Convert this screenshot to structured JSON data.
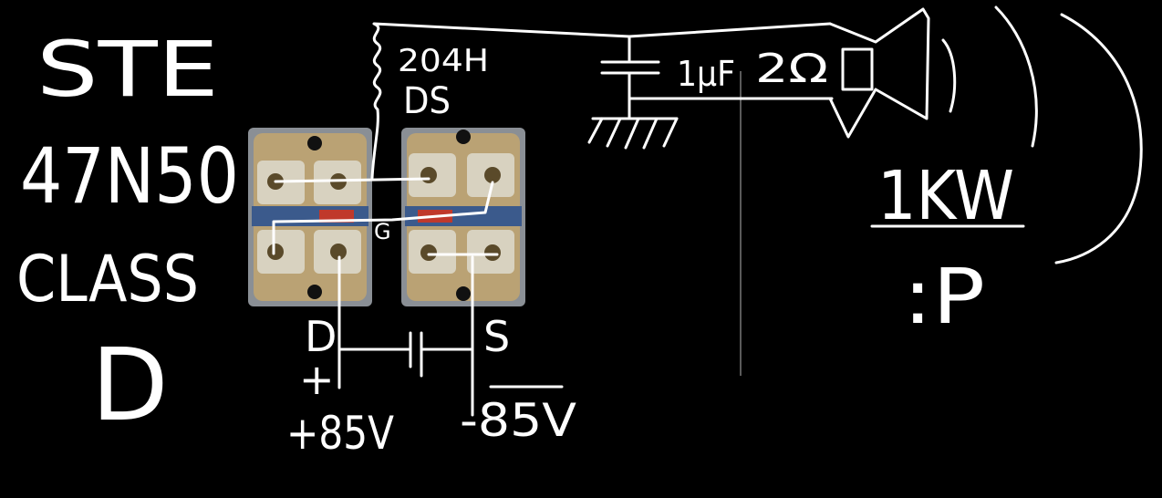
{
  "part_number_line1": "STE",
  "part_number_line2": "47N50",
  "amp_class_line1": "CLASS",
  "amp_class_line2": "D",
  "inductor_label": "204H",
  "inductor_sublabel": "DS",
  "capacitor_label": "1μF",
  "resistor_label": "2Ω",
  "power_label": "1KW",
  "emoticon": ":P",
  "gate_label": "G",
  "drain_label": "D",
  "source_label": "S",
  "plus_sign": "+",
  "positive_rail": "+85V",
  "negative_rail": "-85V",
  "colors": {
    "background": "#000000",
    "ink": "#ffffff",
    "module_body": "#8a8f95",
    "module_gold": "#c9a86a",
    "terminal_nut": "#d8d2c0",
    "label_strip": "#3b5a8c",
    "label_red": "#c0392b"
  },
  "icons": [
    "mosfet-module",
    "speaker-icon",
    "ground-icon",
    "capacitor-icon",
    "inductor-icon"
  ]
}
